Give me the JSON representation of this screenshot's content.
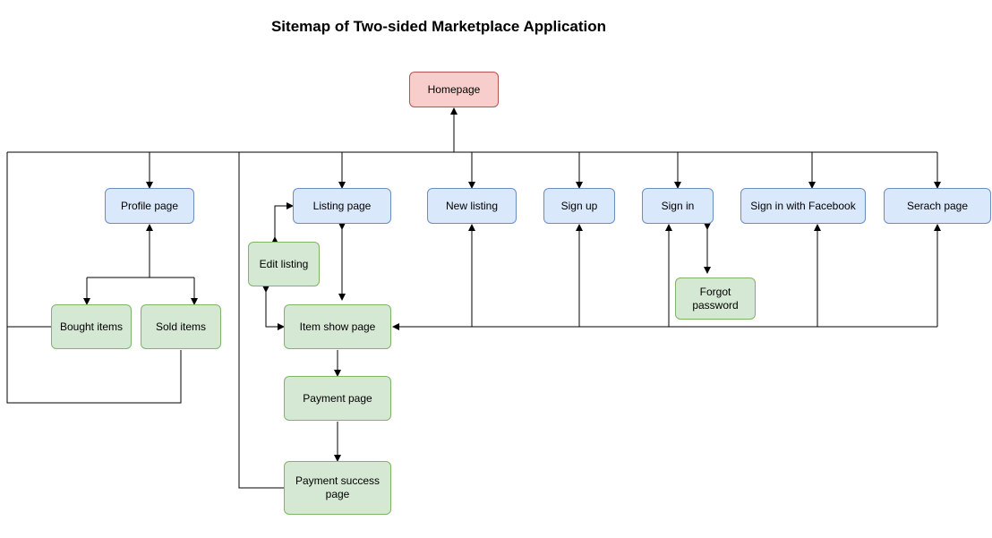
{
  "title": "Sitemap of Two-sided Marketplace Application",
  "nodes": {
    "homepage": "Homepage",
    "profile": "Profile page",
    "listing": "Listing page",
    "new_listing": "New listing",
    "sign_up": "Sign up",
    "sign_in": "Sign in",
    "sign_in_facebook": "Sign in with Facebook",
    "search": "Serach page",
    "edit_listing": "Edit listing",
    "bought": "Bought items",
    "sold": "Sold items",
    "item_show": "Item show page",
    "forgot": "Forgot password",
    "payment": "Payment page",
    "payment_success": "Payment success page"
  },
  "colors": {
    "root_fill": "#f8cecc",
    "root_stroke": "#b85450",
    "page_fill": "#dae8fc",
    "page_stroke": "#6c8ebf",
    "sub_fill": "#d5e8d4",
    "sub_stroke": "#82b366",
    "edge": "#000000"
  }
}
